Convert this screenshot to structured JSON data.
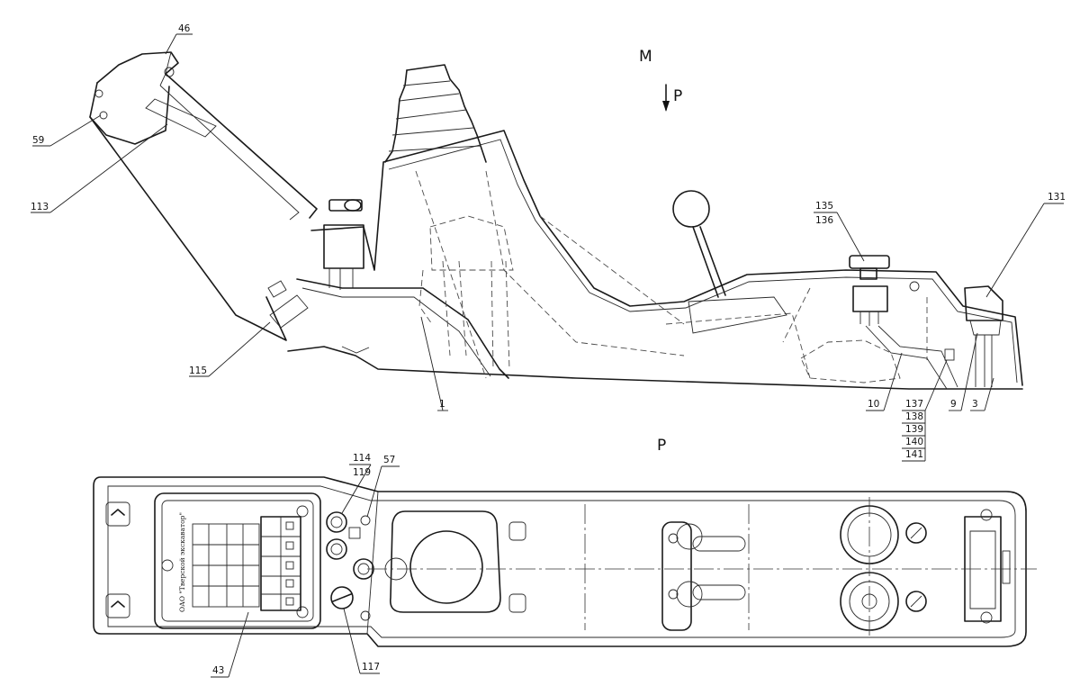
{
  "views": {
    "main": "М",
    "arrow": "P",
    "plan": "P"
  },
  "plate_text": "ОАО \"Тверской экскаватор\"",
  "callouts": {
    "c46": "46",
    "c59": "59",
    "c113": "113",
    "c115": "115",
    "c1": "1",
    "c135": "135",
    "c136": "136",
    "c131": "131",
    "c10": "10",
    "c137": "137",
    "c138": "138",
    "c139": "139",
    "c140": "140",
    "c141": "141",
    "c9": "9",
    "c3": "3",
    "c114": "114",
    "c119": "119",
    "c57": "57",
    "c43": "43",
    "c117": "117"
  }
}
